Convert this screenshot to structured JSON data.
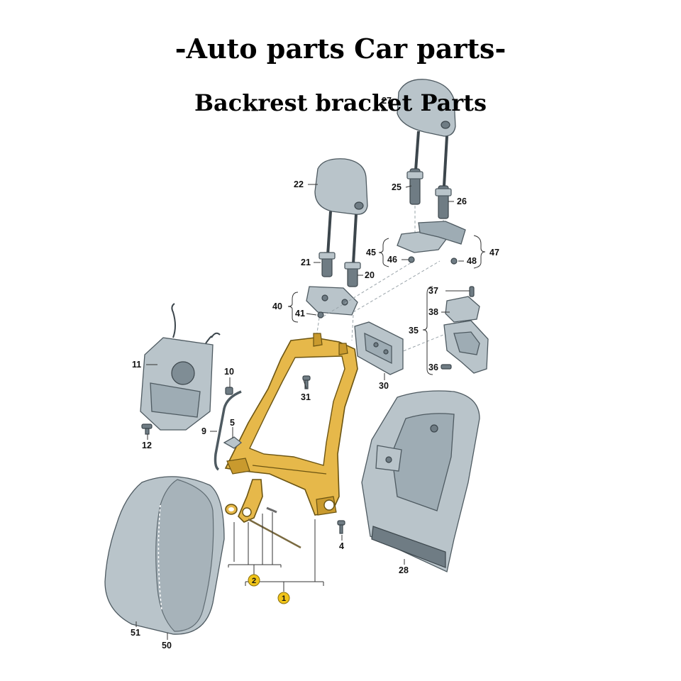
{
  "title": "-Auto parts Car parts-",
  "subtitle": "Backrest bracket Parts",
  "callouts": {
    "c1": "1",
    "c2": "2",
    "c4": "4",
    "c5": "5",
    "c9": "9",
    "c10": "10",
    "c11": "11",
    "c12": "12",
    "c20": "20",
    "c21": "21",
    "c22": "22",
    "c25": "25",
    "c26": "26",
    "c27": "27",
    "c28": "28",
    "c30": "30",
    "c31": "31",
    "c35": "35",
    "c36": "36",
    "c37": "37",
    "c38": "38",
    "c40": "40",
    "c41": "41",
    "c45": "45",
    "c46": "46",
    "c47": "47",
    "c48": "48",
    "c50": "50",
    "c51": "51"
  },
  "colors": {
    "frame": "#e6b84a",
    "parts": "#b9c4ca",
    "badge": "#f0c419"
  }
}
